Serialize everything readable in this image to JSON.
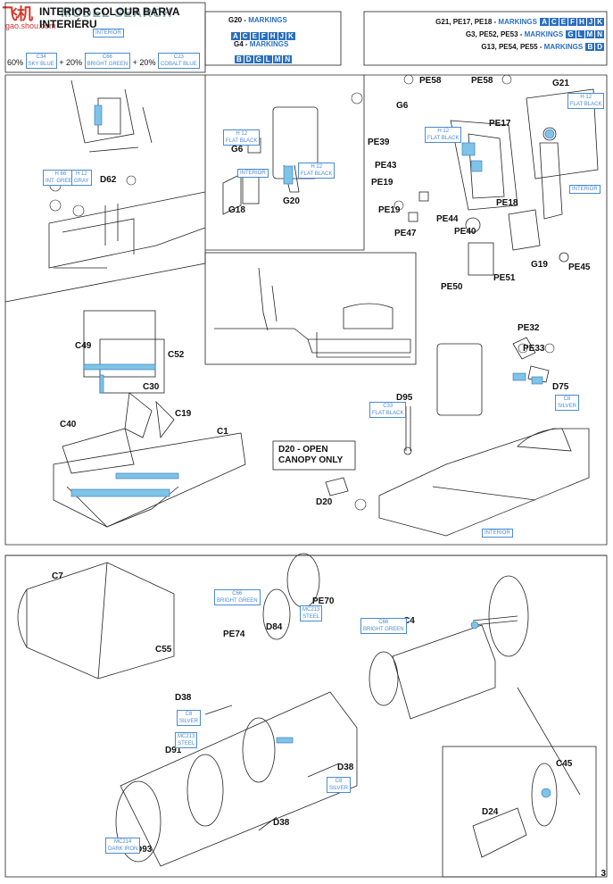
{
  "watermark": {
    "brand": "飞机",
    "site": "gao.shou.com",
    "text": "MODEL SEARCH"
  },
  "interior": {
    "title": "INTERIOR COLOUR  BARVA INTERIÉRU",
    "chip": "INTERIOR",
    "p1": "60%",
    "c1": "C34",
    "n1": "SKY BLUE",
    "p2": "+ 20%",
    "c2": "C66",
    "n2": "BRIGHT GREEN",
    "p3": "+ 20%",
    "c3": "C23",
    "n3": "COBALT BLUE"
  },
  "markings_mid": {
    "l1": "G20 - ",
    "m1": "MARKINGS",
    "letters1": [
      "A",
      "C",
      "E",
      "F",
      "H",
      "J",
      "K"
    ],
    "l2": "G4 - ",
    "m2": "MARKINGS",
    "letters2": [
      "B",
      "D",
      "G",
      "L",
      "M",
      "N"
    ]
  },
  "markings_right": [
    {
      "parts": "G21, PE17, PE18 - ",
      "m": "MARKINGS",
      "letters": [
        "A",
        "C",
        "E",
        "F",
        "H",
        "J",
        "K"
      ]
    },
    {
      "parts": "G3, PE52, PE53 - ",
      "m": "MARKINGS",
      "letters": [
        "G",
        "L",
        "M",
        "N"
      ]
    },
    {
      "parts": "G13, PE54, PE55 - ",
      "m": "MARKINGS",
      "letters": [
        "B",
        "D"
      ]
    }
  ],
  "labels": {
    "D62": "D62",
    "C49": "C49",
    "C52": "C52",
    "C30": "C30",
    "C19": "C19",
    "C40": "C40",
    "C1": "C1",
    "G6a": "G6",
    "G18": "G18",
    "G20": "G20",
    "interior1": "INTERIOR",
    "PE58a": "PE58",
    "PE58b": "PE58",
    "G21": "G21",
    "G6b": "G6",
    "PE17": "PE17",
    "PE39": "PE39",
    "PE43": "PE43",
    "PE19a": "PE19",
    "PE19b": "PE19",
    "PE44": "PE44",
    "PE47": "PE47",
    "PE40": "PE40",
    "PE18": "PE18",
    "G19": "G19",
    "PE45": "PE45",
    "PE51": "PE51",
    "PE50": "PE50",
    "interior2": "INTERIOR",
    "PE32": "PE32",
    "PE33": "PE33",
    "D75": "D75",
    "D95": "D95",
    "D20": "D20",
    "interior3": "INTERIOR",
    "canopy1": "D20 - OPEN",
    "canopy2": "CANOPY ONLY",
    "C7": "C7",
    "C55": "C55",
    "PE70": "PE70",
    "PE74": "PE74",
    "D84": "D84",
    "C4": "C4",
    "D38a": "D38",
    "D38b": "D38",
    "D38c": "D38",
    "D91": "D91",
    "D93": "D93",
    "C45": "C45",
    "D24": "D24",
    "page": "3"
  },
  "chips": {
    "h1": "H 66",
    "h1n": "INT. GREEN",
    "h2": "H 12",
    "h2n": "GRAY",
    "h3": "H 12",
    "h3n": "FLAT BLACK",
    "h4": "H 12",
    "h4n": "FLAT BLACK",
    "h5": "H 12",
    "h5n": "FLAT BLACK",
    "h6": "H 12",
    "h6n": "FLAT BLACK",
    "c8": "C8",
    "c8n": "SILVER",
    "c33": "C33",
    "c33n": "FLAT BLACK",
    "c66": "C66",
    "c66n": "BRIGHT GREEN",
    "mc": "MC213",
    "mcn": "STEEL",
    "c66b": "C66",
    "c66bn": "BRIGHT GREEN",
    "c8b": "C8",
    "c8bn": "SILVER",
    "mcb": "MC213",
    "mcbn": "STEEL",
    "mcc": "MC214",
    "mccn": "DARK IRON",
    "c8c": "C8",
    "c8cn": "SILVER"
  }
}
